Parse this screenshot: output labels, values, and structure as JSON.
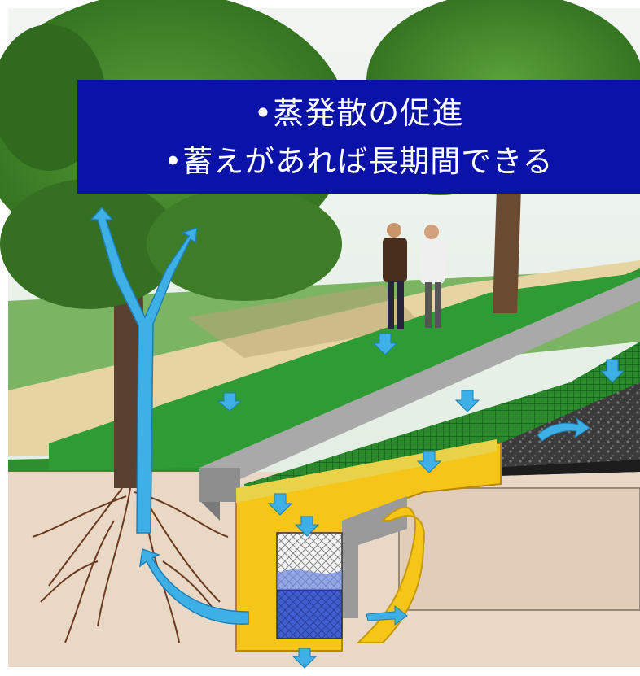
{
  "banner": {
    "line_1": "•蒸発散の促進",
    "line_2": "•蓄えがあれば長期間できる"
  },
  "colors": {
    "banner_bg": "#0a12a8",
    "banner_text": "#ffffff",
    "water_arrow": "#3fb0e6",
    "grass": "#2e8f2e",
    "sidewalk": "#e6d5a3",
    "soil": "#e9d8c5",
    "yellow_structure": "#f5c518",
    "curb_gray": "#8e8e8e",
    "asphalt": "#3a3a3a"
  },
  "icons": [
    "water-flow-arrow",
    "down-arrow",
    "tree",
    "pedestrians"
  ]
}
